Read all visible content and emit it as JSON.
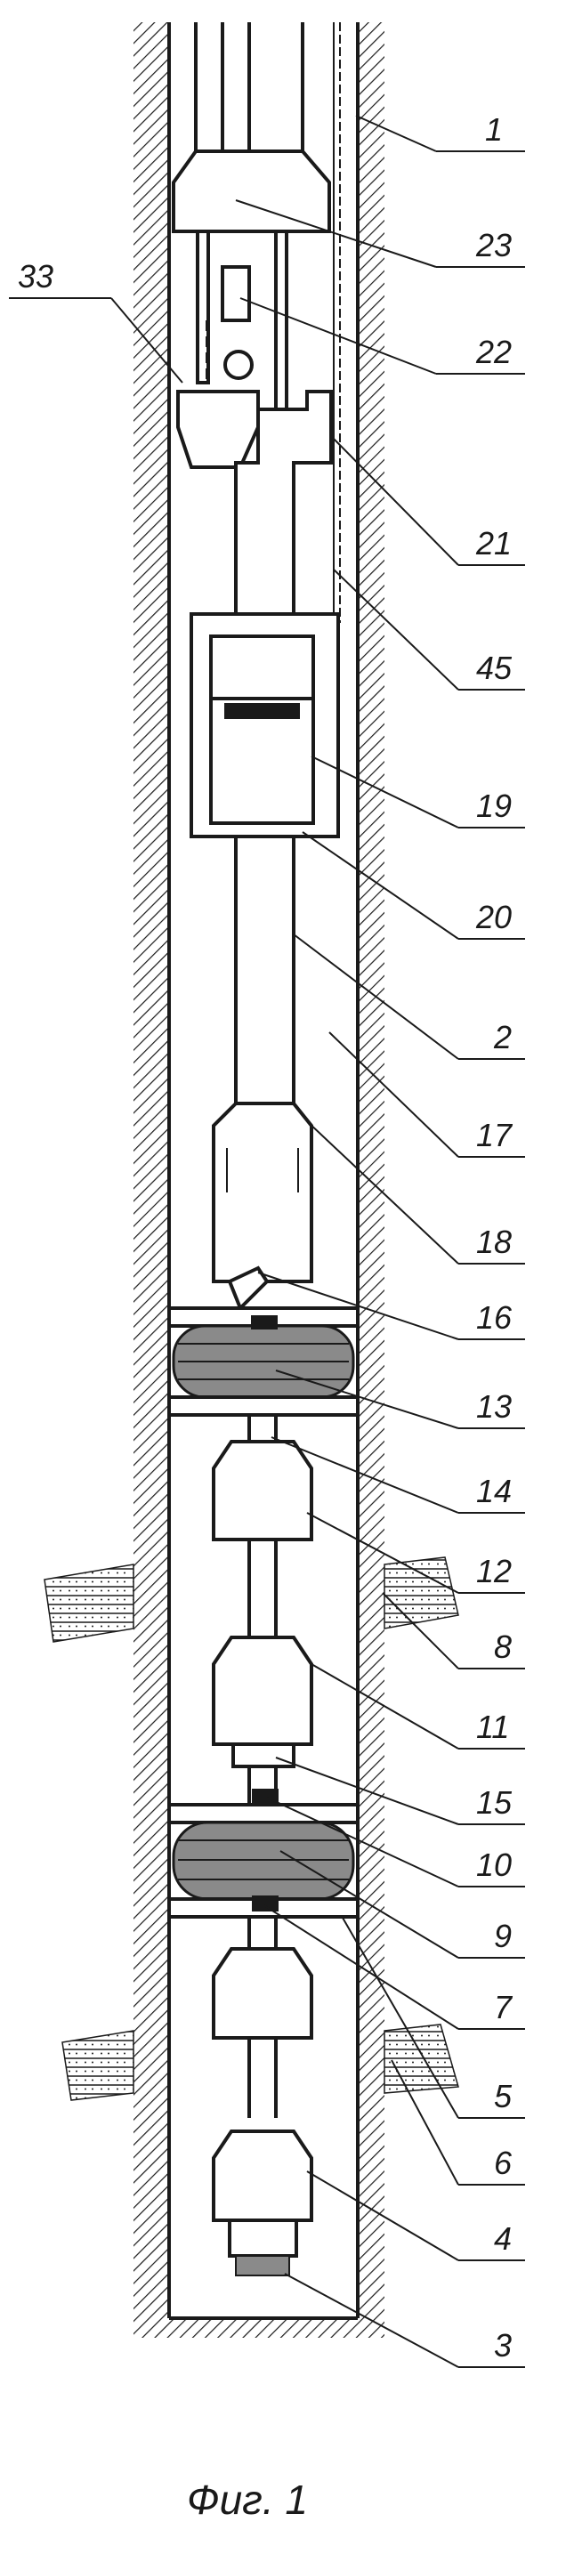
{
  "figure": {
    "caption": "Фиг. 1",
    "labels": [
      {
        "id": "1",
        "text": "1"
      },
      {
        "id": "23",
        "text": "23"
      },
      {
        "id": "33",
        "text": "33"
      },
      {
        "id": "22",
        "text": "22"
      },
      {
        "id": "21",
        "text": "21"
      },
      {
        "id": "45",
        "text": "45"
      },
      {
        "id": "19",
        "text": "19"
      },
      {
        "id": "20",
        "text": "20"
      },
      {
        "id": "2",
        "text": "2"
      },
      {
        "id": "17",
        "text": "17"
      },
      {
        "id": "18",
        "text": "18"
      },
      {
        "id": "16",
        "text": "16"
      },
      {
        "id": "13",
        "text": "13"
      },
      {
        "id": "14",
        "text": "14"
      },
      {
        "id": "12",
        "text": "12"
      },
      {
        "id": "8",
        "text": "8"
      },
      {
        "id": "11",
        "text": "11"
      },
      {
        "id": "15",
        "text": "15"
      },
      {
        "id": "10",
        "text": "10"
      },
      {
        "id": "9",
        "text": "9"
      },
      {
        "id": "7",
        "text": "7"
      },
      {
        "id": "5",
        "text": "5"
      },
      {
        "id": "6",
        "text": "6"
      },
      {
        "id": "4",
        "text": "4"
      },
      {
        "id": "3",
        "text": "3"
      }
    ]
  }
}
